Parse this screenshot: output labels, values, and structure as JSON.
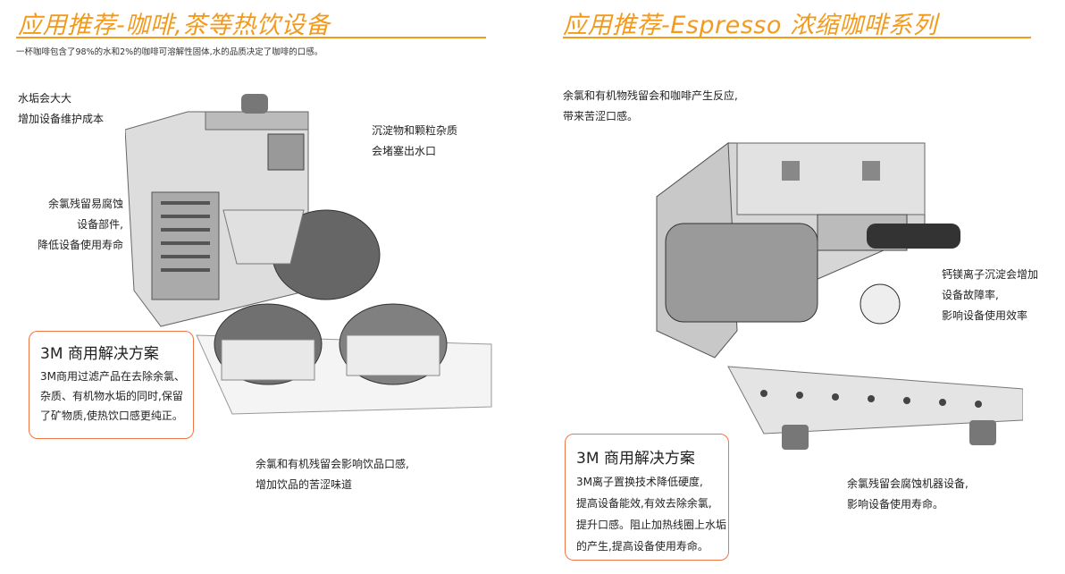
{
  "left": {
    "title": "应用推荐-咖啡,茶等热饮设备",
    "subtitle": "一杯咖啡包含了98%的水和2%的咖啡可溶解性固体,水的品质决定了咖啡的口感。",
    "note_scale": [
      "水垢会大大",
      "增加设备维护成本"
    ],
    "note_sediment": [
      "沉淀物和颗粒杂质",
      "会堵塞出水口"
    ],
    "note_chlorine": [
      "余氯残留易腐蚀",
      "设备部件,",
      "降低设备使用寿命"
    ],
    "note_taste": [
      "余氯和有机残留会影响饮品口感,",
      "增加饮品的苦涩味道"
    ],
    "solution": {
      "heading": "3M 商用解决方案",
      "lines": [
        "3M商用过滤产品在去除余氯、",
        "杂质、有机物水垢的同时,保留",
        "了矿物质,使热饮口感更纯正。"
      ]
    }
  },
  "right": {
    "title": "应用推荐-Espresso 浓缩咖啡系列",
    "note_reaction": [
      "余氯和有机物残留会和咖啡产生反应,",
      "带来苦涩口感。"
    ],
    "note_calcium": [
      "钙镁离子沉淀会增加",
      "设备故障率,",
      "影响设备使用效率"
    ],
    "note_corrosion": [
      "余氯残留会腐蚀机器设备,",
      "影响设备使用寿命。"
    ],
    "solution": {
      "heading": "3M 商用解决方案",
      "lines": [
        "3M离子置换技术降低硬度,",
        "提高设备能效,有效去除余氯,",
        "提升口感。阻止加热线圈上水垢",
        "的产生,提高设备使用寿命。"
      ]
    }
  },
  "colors": {
    "accent": "#f39a1c",
    "box_border": "#ee7544"
  }
}
